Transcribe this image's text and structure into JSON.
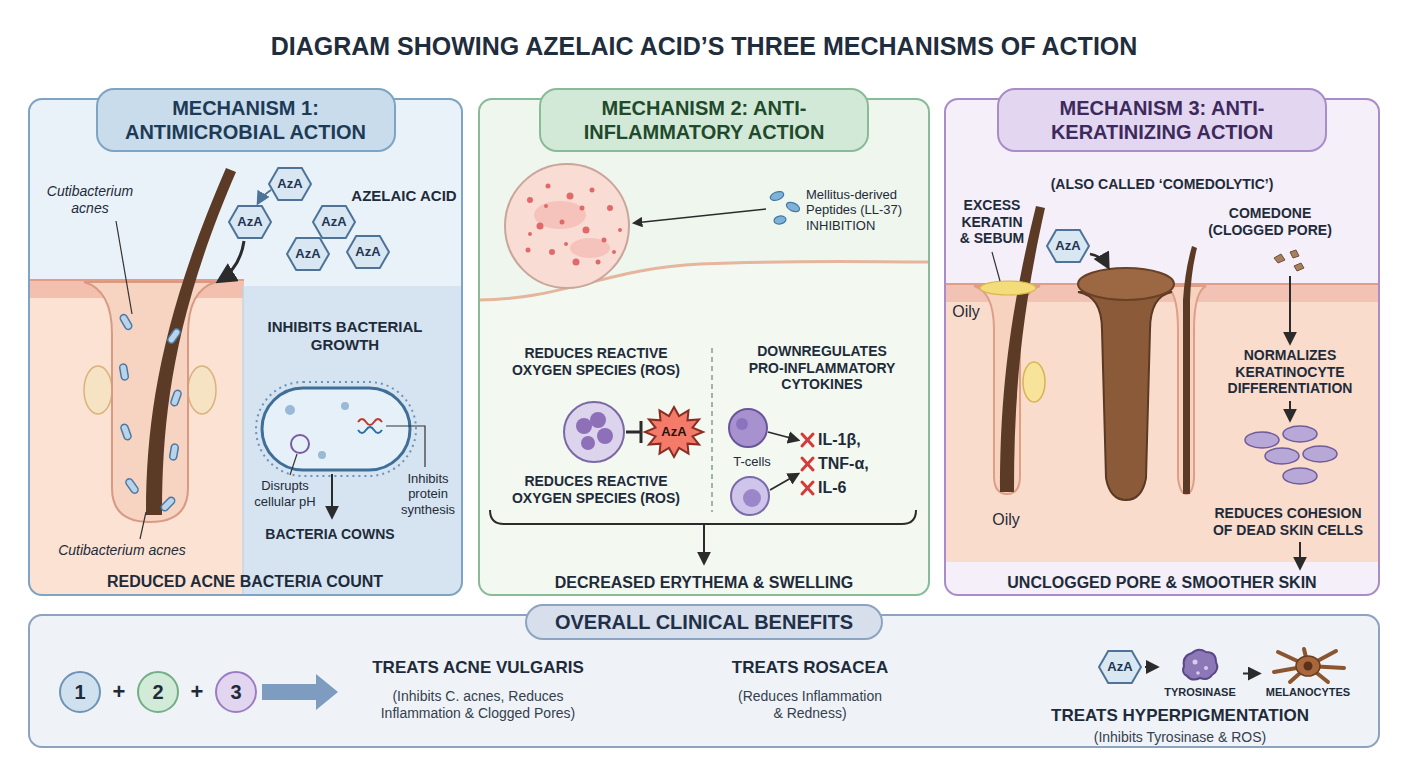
{
  "diagram": {
    "title": "DIAGRAM SHOWING AZELAIC ACID’S THREE MECHANISMS OF ACTION",
    "nodes": [
      {
        "text": [
          "MECHANISM 1: ANTIMICROBIAL ACTION"
        ]
      },
      {
        "text": [
          "AzA"
        ],
        "in": 0
      },
      {
        "text": [
          "AzA"
        ],
        "in": 0
      },
      {
        "text": [
          "AzA"
        ],
        "in": 0
      },
      {
        "text": [
          "AzA"
        ],
        "in": 0
      },
      {
        "text": [
          "AzA"
        ],
        "in": 0
      },
      {
        "text": [
          "MECHANISM 2: ANTI-INFLAMMATORY ACTION"
        ]
      },
      {
        "text": [
          "AzA"
        ],
        "in": 6
      },
      {
        "text": [
          "MECHANISM 3: ANTI-KERATINIZING ACTION"
        ]
      },
      {
        "text": [
          "AzA"
        ],
        "in": 8
      },
      {
        "text": [
          "OVERALL CLINICAL BENEFITS"
        ]
      },
      {
        "text": [
          "1"
        ],
        "in": 10
      },
      {
        "text": [
          "2"
        ],
        "in": 10
      },
      {
        "text": [
          "3"
        ],
        "in": 10
      },
      {
        "text": [
          "AzA"
        ],
        "in": 10
      },
      {
        "text": [
          "TYROSINASE"
        ],
        "in": 10
      },
      {
        "text": [
          "MELANOCYTES"
        ],
        "in": 10
      }
    ],
    "edges": [
      {
        "from": 14,
        "to": 15,
        "arrow": "to"
      },
      {
        "from": 15,
        "to": 16,
        "arrow": "to"
      }
    ],
    "labels": [
      "AZELAIC ACID",
      "Cutibacterium acnes",
      "INHIBITS BACTERIAL GROWTH",
      "Disrupts cellular pH",
      "Inhibits protein synthesis",
      "BACTERIA COWNS",
      "Cutibacterium acnes",
      "REDUCED ACNE BACTERIA COUNT",
      "Mellitus-derived Peptides (LL-37) INHIBITION",
      "REDUCES REACTIVE OXYGEN SPECIES (ROS)",
      "DOWNREGULATES PRO-INFLAMMATORY CYTOKINES",
      "REDUCES REACTIVE OXYGEN SPECIES (ROS)",
      "T-cells",
      "IL-1β,",
      "TNF-α,",
      "IL-6",
      "DECREASED ERYTHEMA & SWELLING",
      "(ALSO CALLED ‘COMEDOLYTIC’)",
      "EXCESS KERATIN & SEBUM",
      "COMEDONE (CLOGGED PORE)",
      "Oily",
      "Oily",
      "NORMALIZES KERATINOCYTE DIFFERENTIATION",
      "REDUCES COHESION OF DEAD SKIN CELLS",
      "UNCLOGGED PORE & SMOOTHER SKIN",
      "+",
      "+",
      "TREATS ACNE VULGARIS",
      "(Inhibits C. acnes, Reduces Inflammation & Clogged Pores)",
      "TREATS ROSACEA",
      "(Reduces Inflammation & Redness)",
      "TREATS HYPERPIGMENTATION",
      "(Inhibits Tyrosinase & ROS)"
    ]
  }
}
